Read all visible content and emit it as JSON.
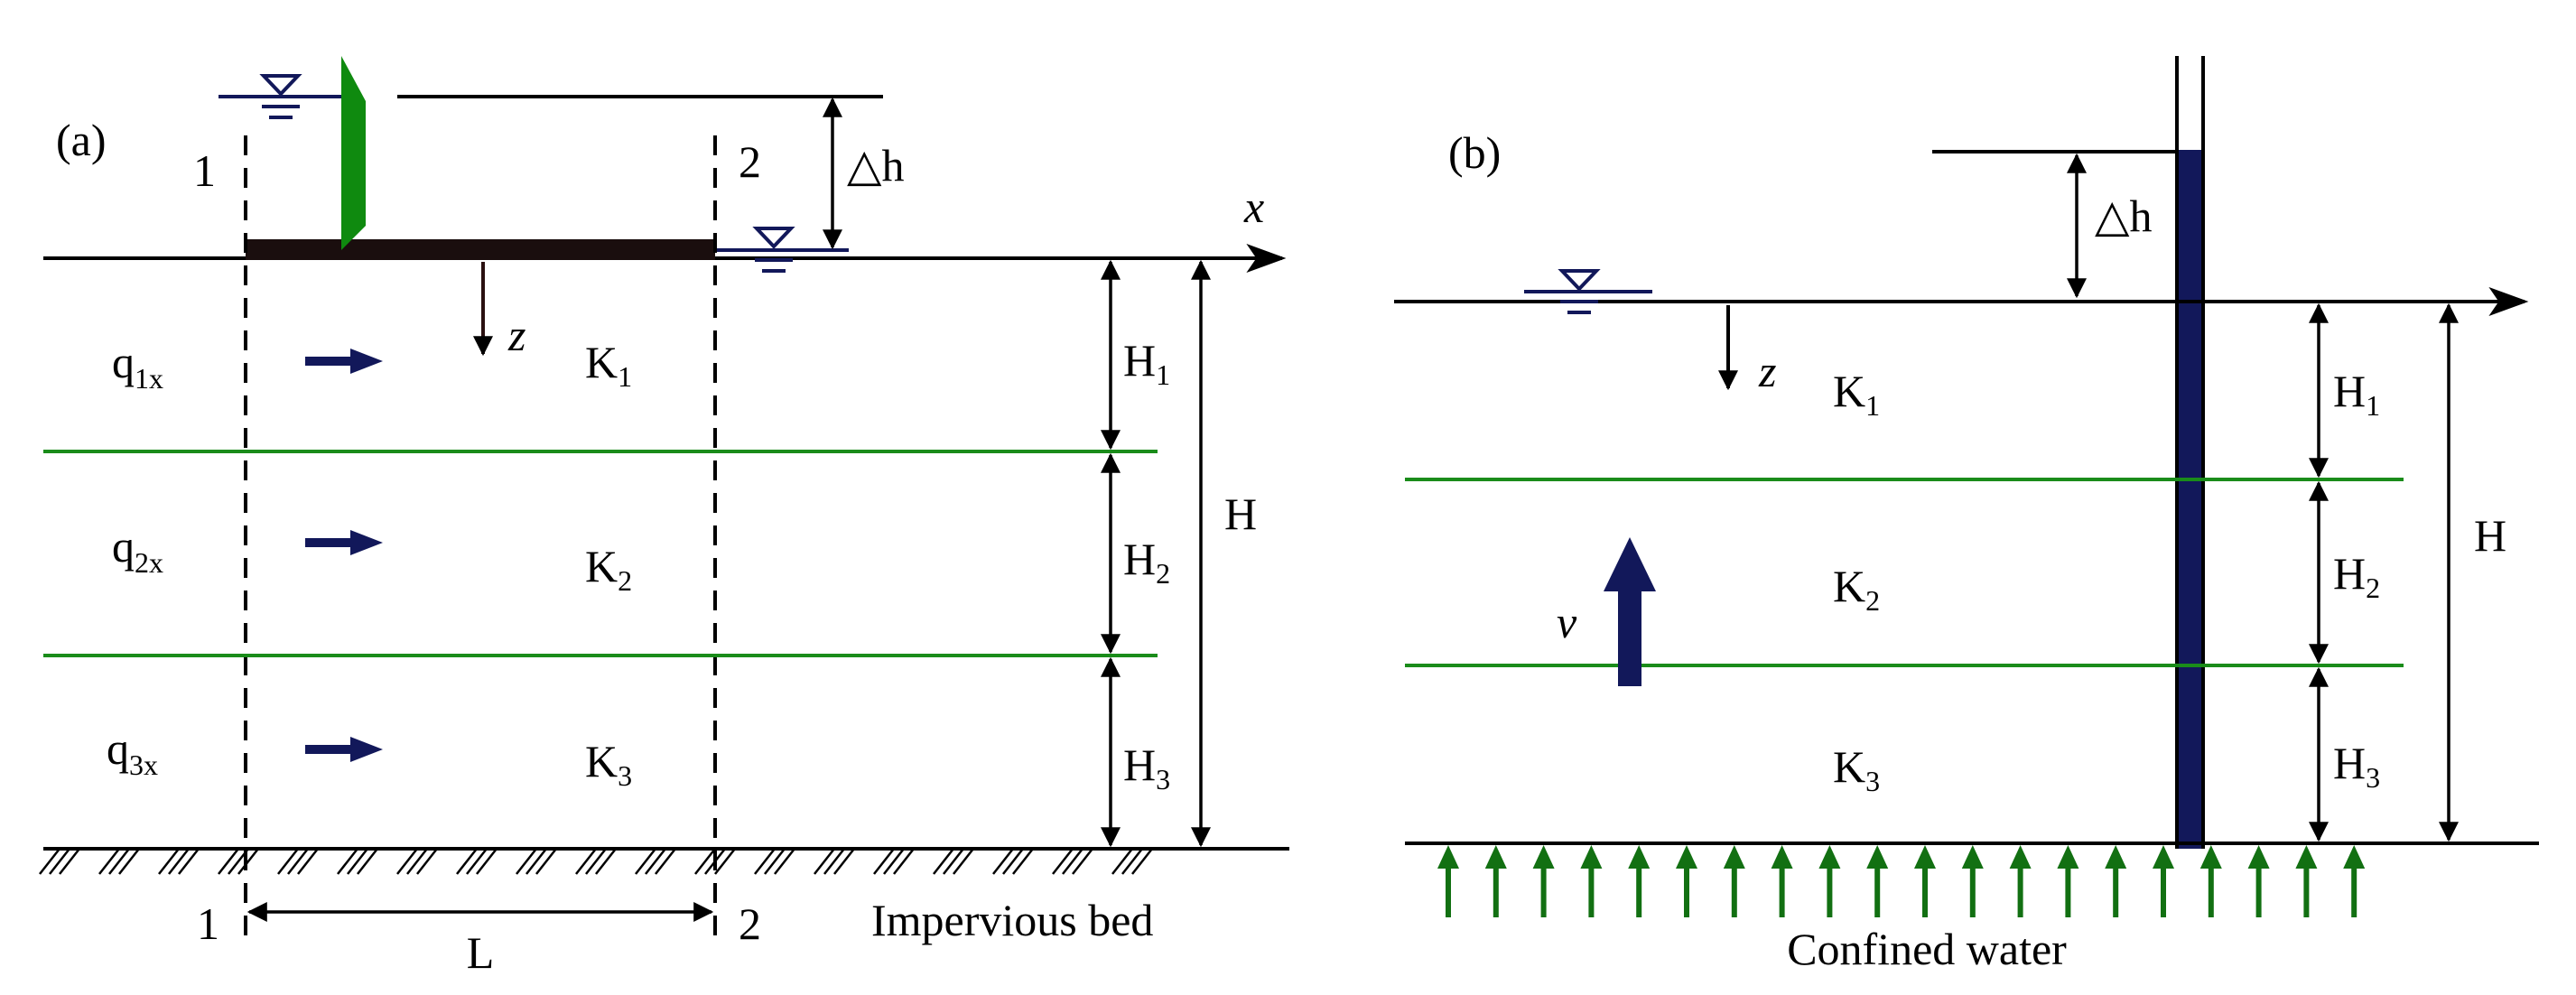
{
  "panel_a": {
    "label": "(a)",
    "section1_top": "1",
    "section2_top": "2",
    "section1_bottom": "1",
    "section2_bottom": "2",
    "x_axis": "x",
    "z_axis": "z",
    "delta_h": "△h",
    "length": "L",
    "total_height": "H",
    "bed_label": "Impervious bed",
    "flux_labels": [
      {
        "main": "q",
        "sub": "1x"
      },
      {
        "main": "q",
        "sub": "2x"
      },
      {
        "main": "q",
        "sub": "3x"
      }
    ],
    "k_labels": [
      {
        "main": "K",
        "sub": "1"
      },
      {
        "main": "K",
        "sub": "2"
      },
      {
        "main": "K",
        "sub": "3"
      }
    ],
    "h_labels": [
      {
        "main": "H",
        "sub": "1"
      },
      {
        "main": "H",
        "sub": "2"
      },
      {
        "main": "H",
        "sub": "3"
      }
    ]
  },
  "panel_b": {
    "label": "(b)",
    "z_axis": "z",
    "delta_h": "△h",
    "velocity": "v",
    "total_height": "H",
    "bed_label": "Confined water",
    "k_labels": [
      {
        "main": "K",
        "sub": "1"
      },
      {
        "main": "K",
        "sub": "2"
      },
      {
        "main": "K",
        "sub": "3"
      }
    ],
    "h_labels": [
      {
        "main": "H",
        "sub": "1"
      },
      {
        "main": "H",
        "sub": "2"
      },
      {
        "main": "H",
        "sub": "3"
      }
    ]
  },
  "colors": {
    "layer_boundary": "#1a8c1a",
    "navy": "#12185a",
    "sheet_pile": "#0f8a0f",
    "dam_base": "#1a0e0e",
    "upward_flow": "#127012"
  }
}
